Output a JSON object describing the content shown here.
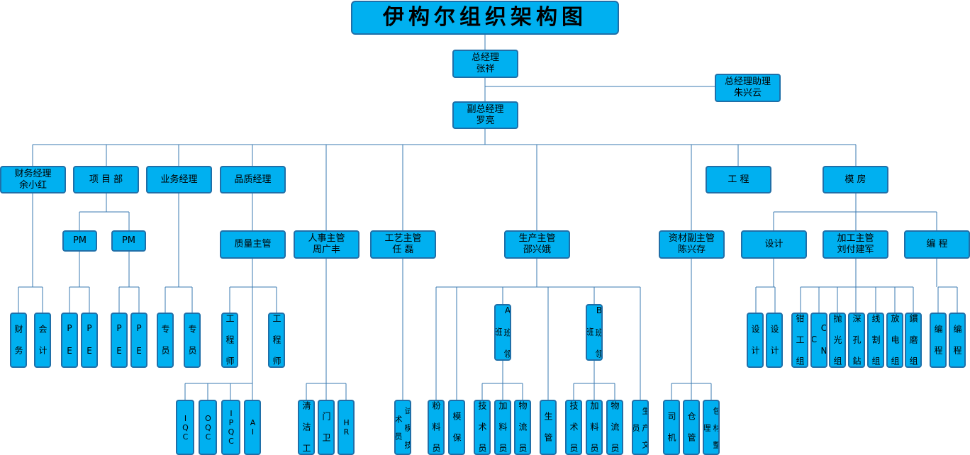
{
  "title": "伊构尔组织架构图",
  "gm": {
    "role": "总经理",
    "name": "张祥"
  },
  "gm_assistant": {
    "role": "总经理助理",
    "name": "朱兴云"
  },
  "deputy_gm": {
    "role": "副总经理",
    "name": "罗亮"
  },
  "departments": {
    "finance": {
      "role": "财务经理",
      "name": "余小红",
      "staff": [
        "财 务",
        "会 计"
      ]
    },
    "project": {
      "role": "项 目 部",
      "pm": [
        "PM",
        "PM"
      ],
      "pe": [
        "P E",
        "P E",
        "P E",
        "P E"
      ]
    },
    "sales": {
      "role": "业务经理",
      "staff": [
        "专 员",
        "专 员"
      ]
    },
    "quality": {
      "role": "品质经理",
      "supervisor": "质量主管",
      "engineers": [
        "工 程 师",
        "工 程 师"
      ],
      "inspectors": [
        "IQC",
        "OQC",
        "IPQC",
        "AI"
      ]
    },
    "hr": {
      "role": "人事主管",
      "name": "周广丰",
      "staff": [
        "清 洁 工",
        "门 卫",
        "HR"
      ]
    },
    "process": {
      "role": "工艺主管",
      "name": "任 磊",
      "staff": [
        "试 模 技 术 员"
      ]
    },
    "production": {
      "role": "生产主管",
      "name": "邵兴娥",
      "direct": [
        "粉 料 员",
        "模 保",
        "生 管",
        "生 产 文 员"
      ],
      "team_a": {
        "label": "A 班 领 班",
        "staff": [
          "技 术 员",
          "加 料 员",
          "物 流 员"
        ]
      },
      "team_b": {
        "label": "B 班 领 班",
        "staff": [
          "技 术 员",
          "加 料 员",
          "物 流 员"
        ]
      }
    },
    "materials": {
      "role": "资材副主管",
      "name": "陈兴存",
      "staff": [
        "司 机",
        "仓 管",
        "包 材 整 理"
      ]
    },
    "engineering": {
      "role": "工 程"
    },
    "mold": {
      "role": "模 房",
      "design": {
        "role": "设计",
        "staff": [
          "设 计",
          "设 计"
        ]
      },
      "machining": {
        "role": "加工主管",
        "name": "刘付建军",
        "staff": [
          "钳 工 组",
          "C N C",
          "抛 光 组",
          "深 孔 鉆",
          "线 割 组",
          "放 电 组",
          "鏆 磨 组"
        ]
      },
      "programming": {
        "role": "编 程",
        "staff": [
          "编 程",
          "编 程"
        ]
      }
    }
  },
  "colors": {
    "box_fill": "#00b0f0",
    "box_border": "#1f6fa8",
    "line": "#3a7ab0"
  }
}
